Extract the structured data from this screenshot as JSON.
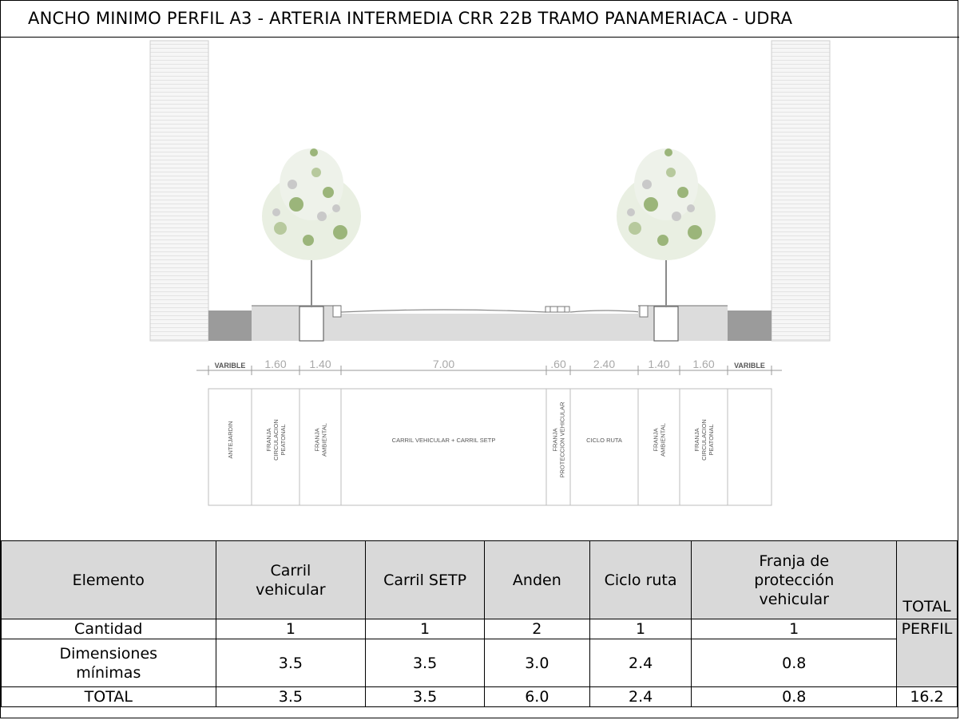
{
  "title": "ANCHO MINIMO PERFIL A3 - ARTERIA INTERMEDIA CRR 22B TRAMO PANAMERIACA - UDRA",
  "section": {
    "dimensions": [
      "VARIBLE",
      "1.60",
      "1.40",
      "7.00",
      ".60",
      "2.40",
      "1.40",
      "1.60",
      "VARIBLE"
    ],
    "zones": [
      [
        "ANTEJARDIN"
      ],
      [
        "FRANJA",
        "CIRCULACION",
        "PEATONAL"
      ],
      [
        "FRANJA",
        "AMBIENTAL"
      ],
      [
        "CARRIL VEHICULAR + CARRIL SETP"
      ],
      [
        "FRANJA",
        "PROTECCION VEHICULAR"
      ],
      [
        "CICLO RUTA"
      ],
      [
        "FRANJA",
        "AMBIENTAL"
      ],
      [
        "FRANJA",
        "CIRCULACION",
        "PEATONAL"
      ]
    ]
  },
  "table": {
    "header": {
      "label": "Elemento",
      "columns": [
        [
          "Carril",
          "vehicular"
        ],
        [
          "Carril SETP"
        ],
        [
          "Anden"
        ],
        [
          "Ciclo ruta"
        ],
        [
          "Franja de",
          "protección",
          "vehicular"
        ]
      ],
      "total_line1": "TOTAL",
      "total_line2": "PERFIL"
    },
    "rows": [
      {
        "label": [
          "Cantidad"
        ],
        "values": [
          "1",
          "1",
          "2",
          "1",
          "1"
        ]
      },
      {
        "label": [
          "Dimensiones",
          "mínimas"
        ],
        "values": [
          "3.5",
          "3.5",
          "3.0",
          "2.4",
          "0.8"
        ]
      },
      {
        "label": [
          "TOTAL"
        ],
        "values": [
          "3.5",
          "3.5",
          "6.0",
          "2.4",
          "0.8"
        ],
        "total": "16.2"
      }
    ]
  },
  "colors": {
    "header_fill": "#d9d9d9",
    "leaf": "#9bb57a",
    "building": "#f4f4f4",
    "dark_block": "#9b9b9b"
  }
}
